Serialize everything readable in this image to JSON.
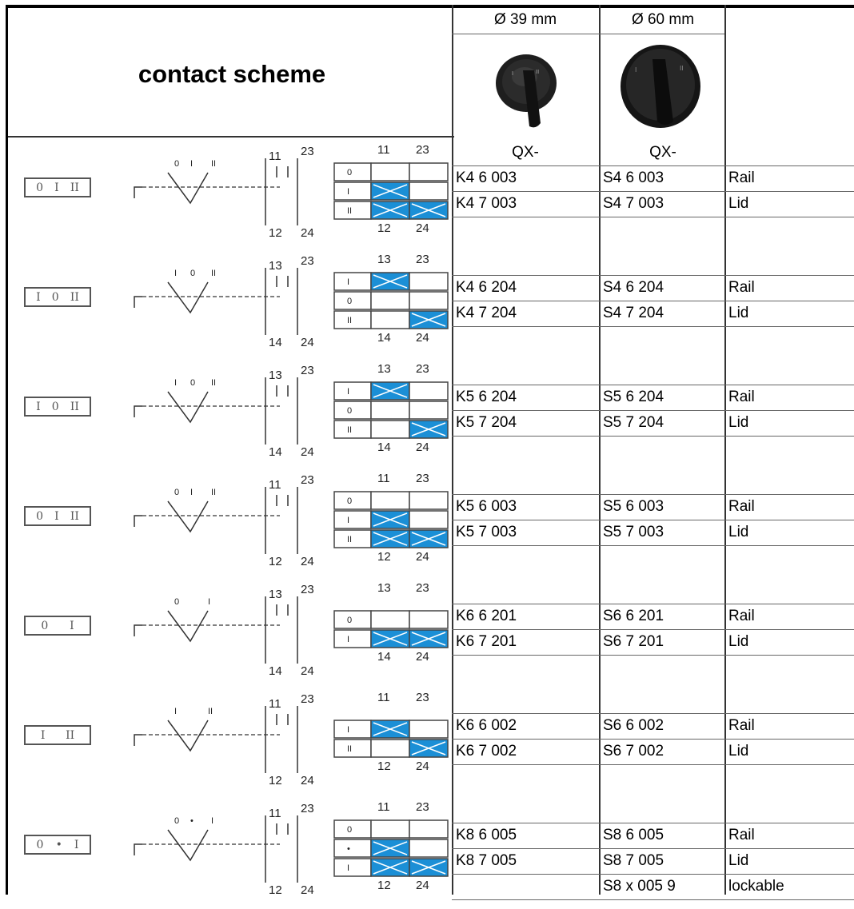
{
  "header": {
    "title": "contact scheme",
    "col1": "Ø 39 mm",
    "col2": "Ø 60 mm",
    "qx1": "QX-",
    "qx2": "QX-"
  },
  "schemes": [
    {
      "positions": [
        "0",
        "I",
        "II"
      ],
      "switch_labels": [
        "0",
        "I",
        "II"
      ],
      "contacts": [
        "11",
        "23",
        "12",
        "24"
      ],
      "grid_rows": [
        "0",
        "I",
        "II"
      ],
      "grid_on": [
        [
          0,
          0
        ],
        [
          1,
          0
        ],
        [
          1,
          1
        ]
      ],
      "rows": [
        {
          "c1": "K4 6 003",
          "c2": "S4 6 003",
          "c3": "Rail"
        },
        {
          "c1": "K4 7 003",
          "c2": "S4 7 003",
          "c3": "Lid"
        }
      ]
    },
    {
      "positions": [
        "I",
        "0",
        "II"
      ],
      "switch_labels": [
        "I",
        "0",
        "II"
      ],
      "contacts": [
        "13",
        "23",
        "14",
        "24"
      ],
      "grid_rows": [
        "I",
        "0",
        "II"
      ],
      "grid_on": [
        [
          1,
          0
        ],
        [
          0,
          0
        ],
        [
          0,
          1
        ]
      ],
      "rows": [
        {
          "c1": "K4 6 204",
          "c2": "S4 6 204",
          "c3": "Rail"
        },
        {
          "c1": "K4 7 204",
          "c2": "S4 7 204",
          "c3": "Lid"
        }
      ]
    },
    {
      "positions": [
        "I",
        "0",
        "II"
      ],
      "switch_labels": [
        "I",
        "0",
        "II"
      ],
      "contacts": [
        "13",
        "23",
        "14",
        "24"
      ],
      "grid_rows": [
        "I",
        "0",
        "II"
      ],
      "grid_on": [
        [
          1,
          0
        ],
        [
          0,
          0
        ],
        [
          0,
          1
        ]
      ],
      "rows": [
        {
          "c1": "K5 6 204",
          "c2": "S5 6 204",
          "c3": "Rail"
        },
        {
          "c1": "K5 7 204",
          "c2": "S5 7 204",
          "c3": "Lid"
        }
      ]
    },
    {
      "positions": [
        "0",
        "I",
        "II"
      ],
      "switch_labels": [
        "0",
        "I",
        "II"
      ],
      "contacts": [
        "11",
        "23",
        "12",
        "24"
      ],
      "grid_rows": [
        "0",
        "I",
        "II"
      ],
      "grid_on": [
        [
          0,
          0
        ],
        [
          1,
          0
        ],
        [
          1,
          1
        ]
      ],
      "rows": [
        {
          "c1": "K5 6 003",
          "c2": "S5 6 003",
          "c3": "Rail"
        },
        {
          "c1": "K5 7 003",
          "c2": "S5 7 003",
          "c3": "Lid"
        }
      ]
    },
    {
      "positions": [
        "0",
        "I"
      ],
      "switch_labels": [
        "0",
        "I"
      ],
      "contacts": [
        "13",
        "23",
        "14",
        "24"
      ],
      "grid_rows": [
        "0",
        "I"
      ],
      "grid_on": [
        [
          0,
          0
        ],
        [
          1,
          1
        ]
      ],
      "rows": [
        {
          "c1": "K6 6 201",
          "c2": "S6 6 201",
          "c3": "Rail"
        },
        {
          "c1": "K6 7 201",
          "c2": "S6 7 201",
          "c3": "Lid"
        }
      ]
    },
    {
      "positions": [
        "I",
        "II"
      ],
      "switch_labels": [
        "I",
        "II"
      ],
      "contacts": [
        "11",
        "23",
        "12",
        "24"
      ],
      "grid_rows": [
        "I",
        "II"
      ],
      "grid_on": [
        [
          1,
          0
        ],
        [
          0,
          1
        ]
      ],
      "rows": [
        {
          "c1": "K6 6 002",
          "c2": "S6 6 002",
          "c3": "Rail"
        },
        {
          "c1": "K6 7 002",
          "c2": "S6 7 002",
          "c3": "Lid"
        }
      ]
    },
    {
      "positions": [
        "0",
        "•",
        "I"
      ],
      "switch_labels": [
        "0",
        "•",
        "I"
      ],
      "contacts": [
        "11",
        "23",
        "12",
        "24"
      ],
      "grid_rows": [
        "0",
        "•",
        "I"
      ],
      "grid_on": [
        [
          0,
          0
        ],
        [
          1,
          0
        ],
        [
          1,
          1
        ]
      ],
      "rows": [
        {
          "c1": "K8 6 005",
          "c2": "S8 6 005",
          "c3": "Rail"
        },
        {
          "c1": "K8 7 005",
          "c2": "S8 7 005",
          "c3": "Lid"
        },
        {
          "c1": "",
          "c2": "S8 x 005 9",
          "c3": "lockable"
        }
      ]
    }
  ],
  "colors": {
    "cell_on": "#1b8fd6",
    "line": "#333333"
  }
}
